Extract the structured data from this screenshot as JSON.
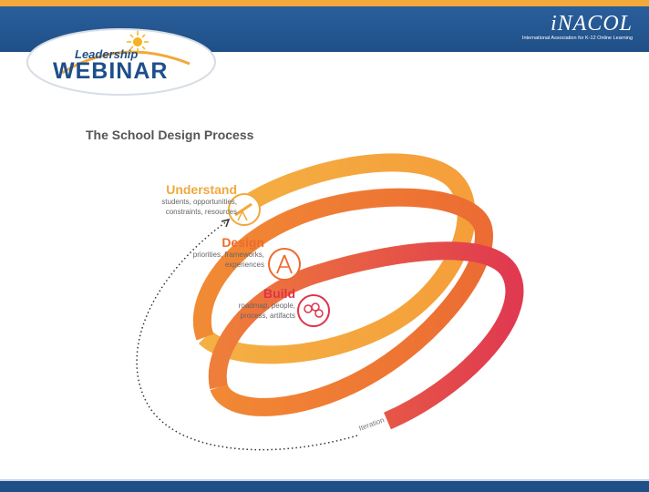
{
  "header": {
    "logo": {
      "script": "Leadership",
      "word": "WEBINAR"
    },
    "org": {
      "name": "iNACOL",
      "tagline": "International Association for K-12 Online Learning"
    }
  },
  "slide": {
    "title": "The School Design Process",
    "stages": [
      {
        "title": "Understand",
        "desc": [
          "students, opportunities,",
          "constraints, resources"
        ],
        "icon": "telescope-icon",
        "color": "#f0a83c"
      },
      {
        "title": "Design",
        "desc": [
          "priorities, frameworks,",
          "experiences"
        ],
        "icon": "compass-icon",
        "color": "#ee6a2e"
      },
      {
        "title": "Build",
        "desc": [
          "roadmap, people,",
          "process, artifacts"
        ],
        "icon": "cells-icon",
        "color": "#e0324a"
      }
    ],
    "iteration_label": "Iteration"
  },
  "colors": {
    "header": "#1f4f87",
    "accent": "#f2a83a"
  }
}
